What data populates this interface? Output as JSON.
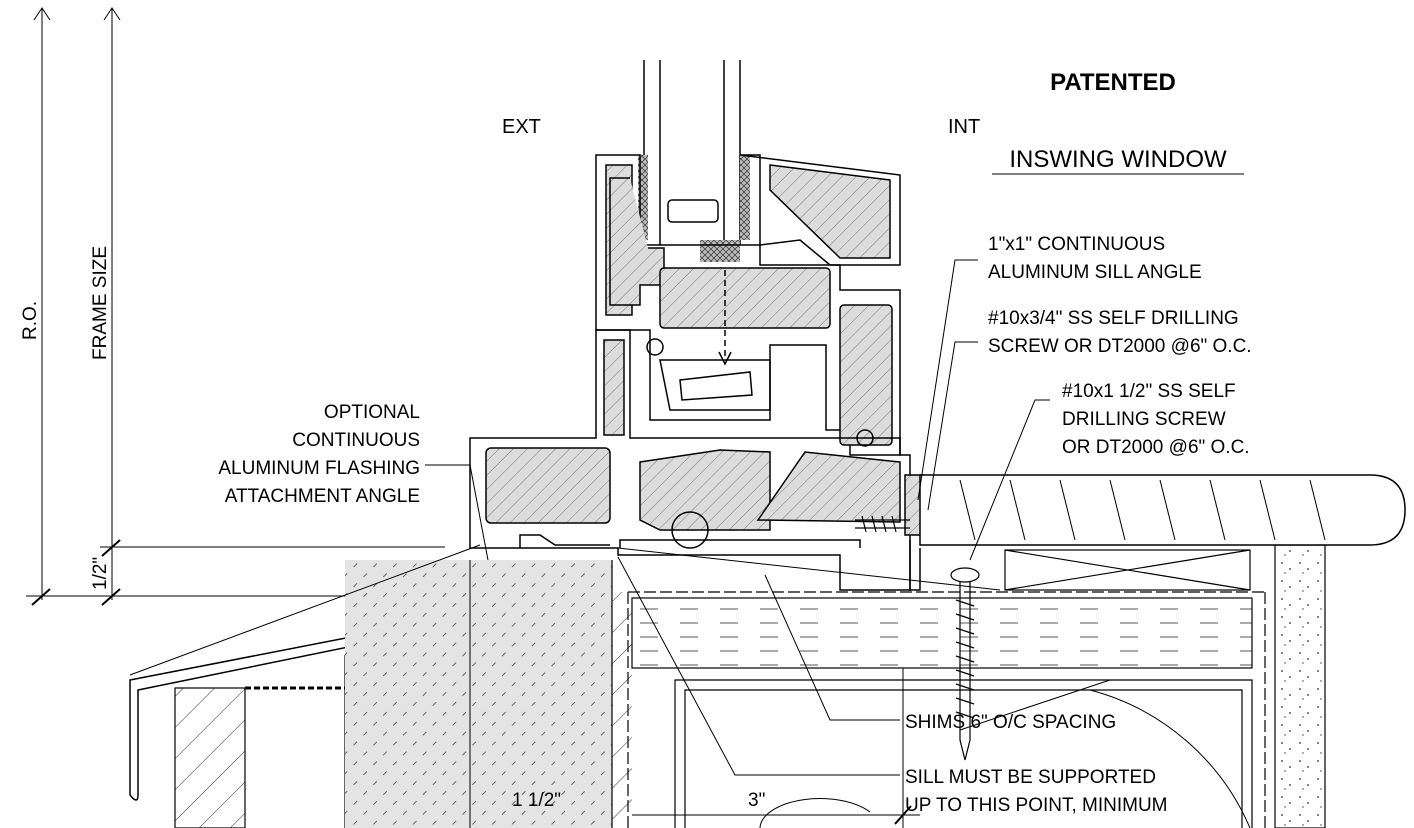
{
  "title": "PATENTED",
  "side_labels": {
    "exterior": "EXT",
    "interior": "INT"
  },
  "subtitle": "INSWING WINDOW",
  "dimensions": {
    "rough_opening": "R.O.",
    "frame_size": "FRAME SIZE",
    "offset": "1/2\"",
    "left_width": "1 1/2\"",
    "right_width": "3\""
  },
  "callouts": {
    "sill_angle": [
      "1\"x1\" CONTINUOUS",
      "ALUMINUM SILL ANGLE"
    ],
    "screw_short": [
      "#10x3/4\" SS SELF DRILLING",
      "SCREW OR DT2000 @6\" O.C."
    ],
    "screw_long": [
      "#10x1 1/2\" SS SELF",
      "DRILLING SCREW",
      "OR DT2000 @6\" O.C."
    ],
    "flashing": [
      "OPTIONAL",
      "CONTINUOUS",
      "ALUMINUM FLASHING",
      "ATTACHMENT ANGLE"
    ],
    "shims": "SHIMS 6\" O/C SPACING",
    "support": [
      "SILL MUST BE SUPPORTED",
      "UP TO THIS POINT, MINIMUM"
    ]
  },
  "colors": {
    "line": "#000000",
    "hatch_fill": "#d9d9d9",
    "dark_fill": "#9a9a9a"
  }
}
